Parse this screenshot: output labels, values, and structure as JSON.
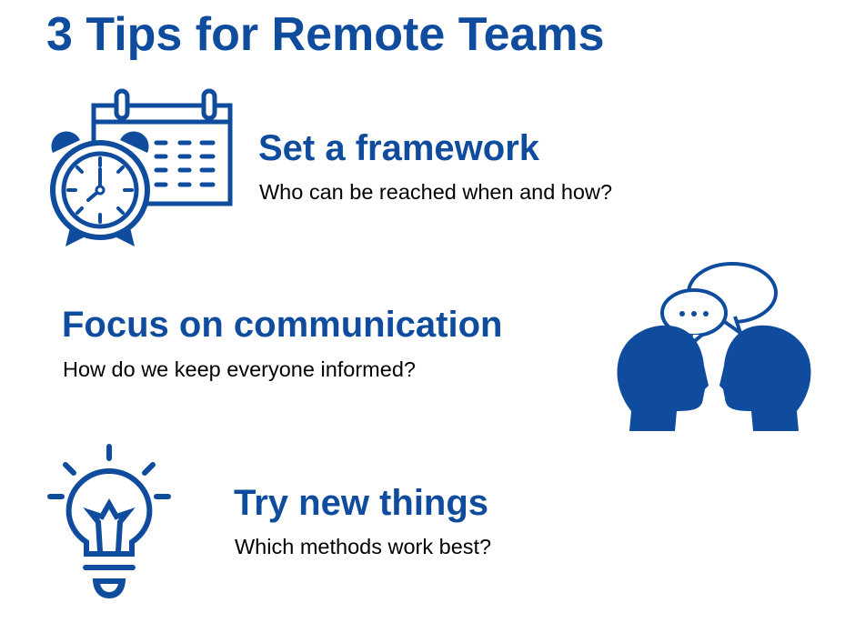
{
  "title": "3 Tips for Remote Teams",
  "tips": [
    {
      "heading": "Set a framework",
      "subtitle": "Who can be reached when and how?",
      "icon": "alarm-clock-calendar-icon"
    },
    {
      "heading": "Focus on communication",
      "subtitle": "How do we keep everyone informed?",
      "icon": "two-heads-speech-bubbles-icon"
    },
    {
      "heading": "Try new things",
      "subtitle": "Which methods work best?",
      "icon": "lightbulb-icon"
    }
  ],
  "colors": {
    "accent": "#0f4c9e",
    "text": "#000000",
    "background": "#ffffff"
  }
}
